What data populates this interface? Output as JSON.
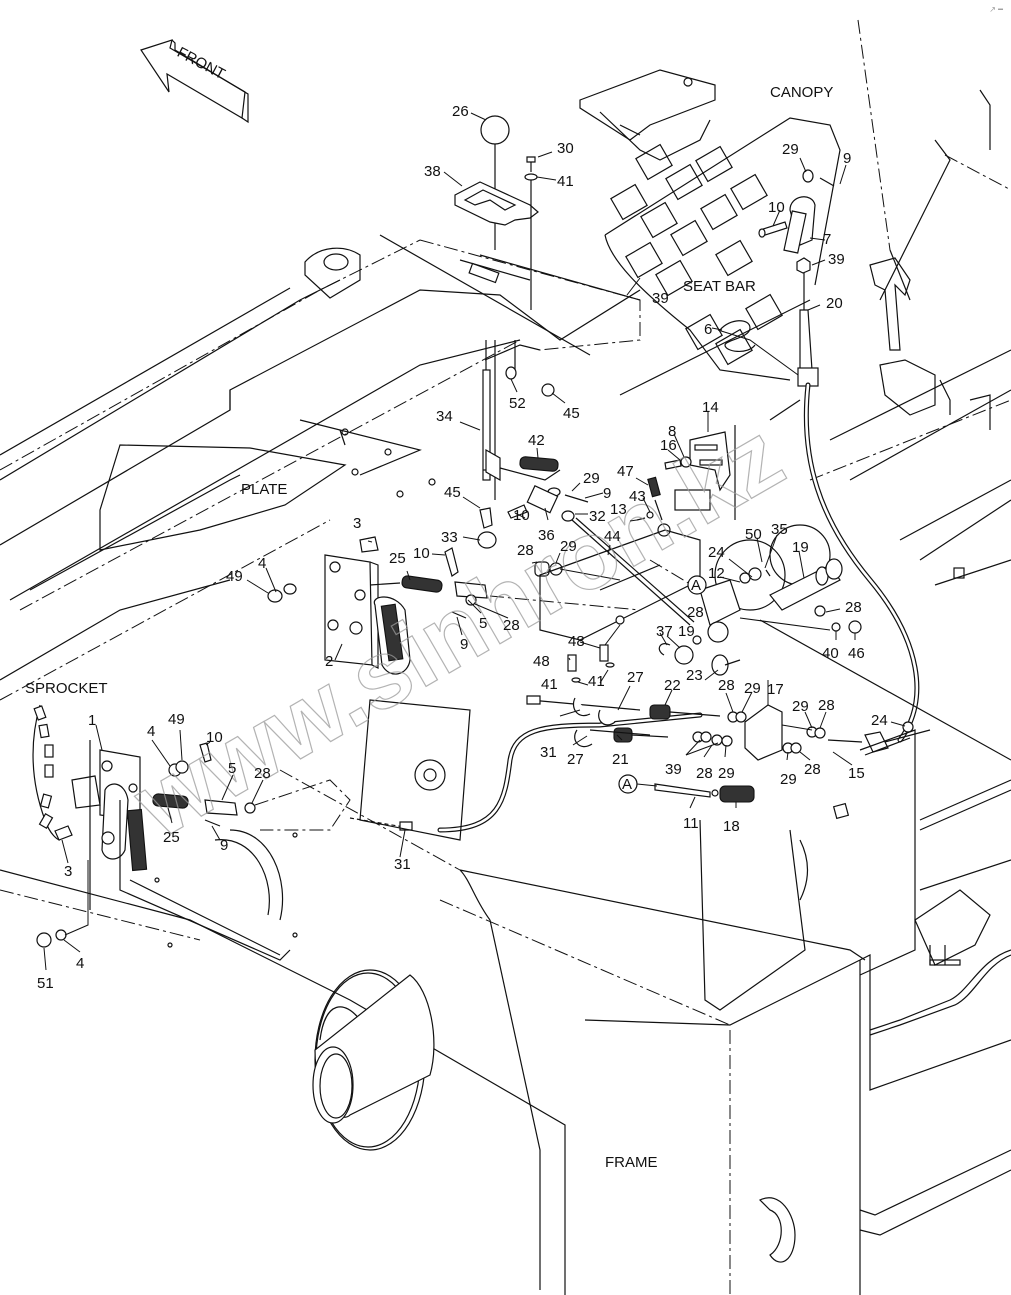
{
  "diagram": {
    "title": "Seat bar / parking brake linkage exploded view",
    "direction_arrow": "FRONT",
    "area_labels": {
      "canopy": "CANOPY",
      "seat_bar": "SEAT BAR",
      "plate": "PLATE",
      "sprocket": "SPROCKET",
      "frame": "FRAME"
    },
    "reference_marker": "A",
    "watermark": "www.sinhron.kz",
    "corner_mark": "↗ ━"
  },
  "callouts": [
    {
      "id": "c26a",
      "num": "26"
    },
    {
      "id": "c30",
      "num": "30"
    },
    {
      "id": "c38",
      "num": "38"
    },
    {
      "id": "c41a",
      "num": "41"
    },
    {
      "id": "c29a",
      "num": "29"
    },
    {
      "id": "c9a",
      "num": "9"
    },
    {
      "id": "c10a",
      "num": "10"
    },
    {
      "id": "c7",
      "num": "7"
    },
    {
      "id": "c39a",
      "num": "39"
    },
    {
      "id": "c39b",
      "num": "39"
    },
    {
      "id": "c20",
      "num": "20"
    },
    {
      "id": "c6",
      "num": "6"
    },
    {
      "id": "c52",
      "num": "52"
    },
    {
      "id": "c45a",
      "num": "45"
    },
    {
      "id": "c34",
      "num": "34"
    },
    {
      "id": "c42",
      "num": "42"
    },
    {
      "id": "c14",
      "num": "14"
    },
    {
      "id": "c16",
      "num": "16"
    },
    {
      "id": "c8",
      "num": "8"
    },
    {
      "id": "c29b",
      "num": "29"
    },
    {
      "id": "c9b",
      "num": "9"
    },
    {
      "id": "c47",
      "num": "47"
    },
    {
      "id": "c43",
      "num": "43"
    },
    {
      "id": "c45b",
      "num": "45"
    },
    {
      "id": "c10b",
      "num": "10"
    },
    {
      "id": "c36",
      "num": "36"
    },
    {
      "id": "c32",
      "num": "32"
    },
    {
      "id": "c13",
      "num": "13"
    },
    {
      "id": "c33",
      "num": "33"
    },
    {
      "id": "c44",
      "num": "44"
    },
    {
      "id": "c28a",
      "num": "28"
    },
    {
      "id": "c29c",
      "num": "29"
    },
    {
      "id": "c50",
      "num": "50"
    },
    {
      "id": "c35",
      "num": "35"
    },
    {
      "id": "c24a",
      "num": "24"
    },
    {
      "id": "c19a",
      "num": "19"
    },
    {
      "id": "c12",
      "num": "12"
    },
    {
      "id": "c3a",
      "num": "3"
    },
    {
      "id": "c10c",
      "num": "10"
    },
    {
      "id": "c25a",
      "num": "25"
    },
    {
      "id": "c4a",
      "num": "4"
    },
    {
      "id": "c49a",
      "num": "49"
    },
    {
      "id": "c5a",
      "num": "5"
    },
    {
      "id": "c28b",
      "num": "28"
    },
    {
      "id": "c28c",
      "num": "28"
    },
    {
      "id": "c9c",
      "num": "9"
    },
    {
      "id": "c2",
      "num": "2"
    },
    {
      "id": "c28d",
      "num": "28"
    },
    {
      "id": "c40",
      "num": "40"
    },
    {
      "id": "c46",
      "num": "46"
    },
    {
      "id": "c37",
      "num": "37"
    },
    {
      "id": "c19b",
      "num": "19"
    },
    {
      "id": "c48a",
      "num": "48"
    },
    {
      "id": "c48b",
      "num": "48"
    },
    {
      "id": "c41b",
      "num": "41"
    },
    {
      "id": "c41c",
      "num": "41"
    },
    {
      "id": "c27a",
      "num": "27"
    },
    {
      "id": "c22",
      "num": "22"
    },
    {
      "id": "c23",
      "num": "23"
    },
    {
      "id": "c28e",
      "num": "28"
    },
    {
      "id": "c29d",
      "num": "29"
    },
    {
      "id": "c17",
      "num": "17"
    },
    {
      "id": "c29e",
      "num": "29"
    },
    {
      "id": "c28f",
      "num": "28"
    },
    {
      "id": "c24b",
      "num": "24"
    },
    {
      "id": "c31a",
      "num": "31"
    },
    {
      "id": "c27b",
      "num": "27"
    },
    {
      "id": "c21",
      "num": "21"
    },
    {
      "id": "c39c",
      "num": "39"
    },
    {
      "id": "c28g",
      "num": "28"
    },
    {
      "id": "c29f",
      "num": "29"
    },
    {
      "id": "c29g",
      "num": "29"
    },
    {
      "id": "c28h",
      "num": "28"
    },
    {
      "id": "c15",
      "num": "15"
    },
    {
      "id": "c11",
      "num": "11"
    },
    {
      "id": "c18",
      "num": "18"
    },
    {
      "id": "c1",
      "num": "1"
    },
    {
      "id": "c4b",
      "num": "4"
    },
    {
      "id": "c49b",
      "num": "49"
    },
    {
      "id": "c10d",
      "num": "10"
    },
    {
      "id": "c5b",
      "num": "5"
    },
    {
      "id": "c28i",
      "num": "28"
    },
    {
      "id": "c25b",
      "num": "25"
    },
    {
      "id": "c9d",
      "num": "9"
    },
    {
      "id": "c3b",
      "num": "3"
    },
    {
      "id": "c31b",
      "num": "31"
    },
    {
      "id": "c51",
      "num": "51"
    },
    {
      "id": "c4c",
      "num": "4"
    }
  ]
}
